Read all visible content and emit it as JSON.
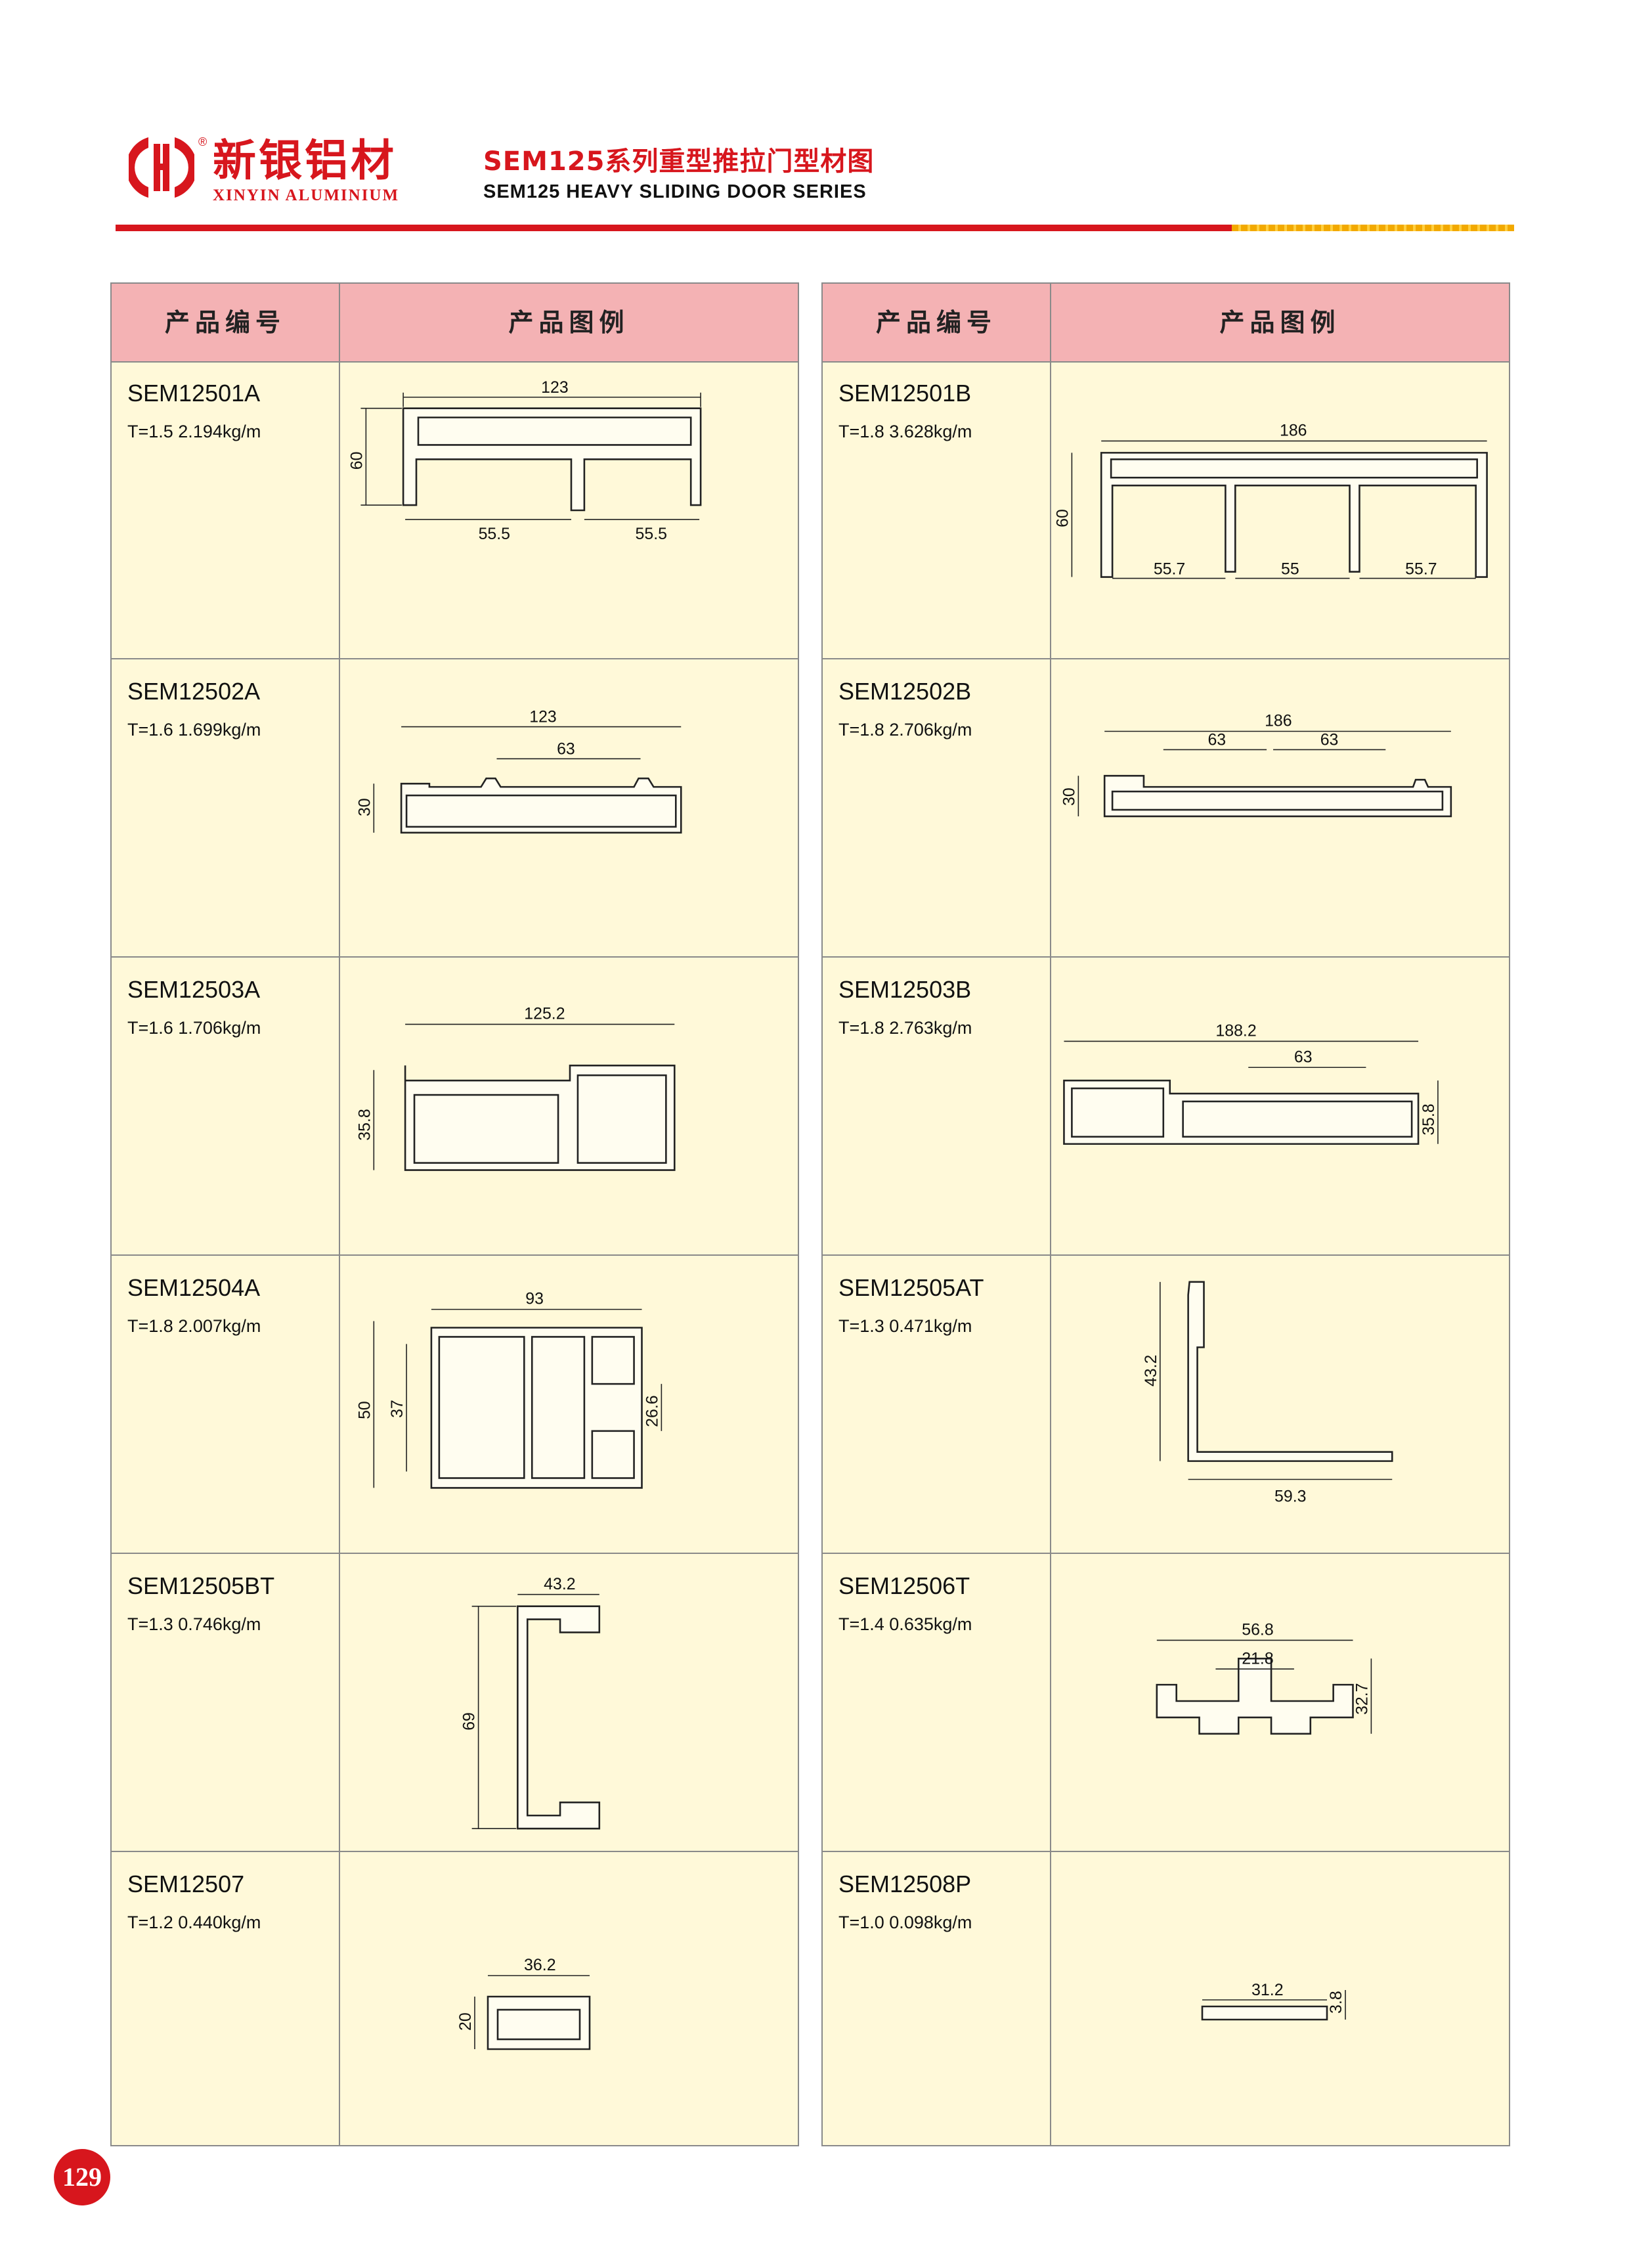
{
  "header": {
    "brand_cn": "新银铝材",
    "brand_en": "XINYIN ALUMINIUM",
    "registered": "®",
    "series_cn": "SEM125系列重型推拉门型材图",
    "series_en": "SEM125 HEAVY SLIDING DOOR SERIES",
    "brand_color": "#d7161d",
    "accent_color": "#f2a900"
  },
  "table_header": {
    "col_code": "产品编号",
    "col_figure": "产品图例",
    "header_color": "#f4b2b4",
    "body_color": "#fff9d9"
  },
  "left_table": [
    {
      "code": "SEM12501A",
      "spec": "T=1.5 2.194kg/m",
      "dims": [
        "123",
        "60",
        "55.5",
        "55.5"
      ]
    },
    {
      "code": "SEM12502A",
      "spec": "T=1.6  1.699kg/m",
      "dims": [
        "123",
        "63",
        "30"
      ]
    },
    {
      "code": "SEM12503A",
      "spec": "T=1.6  1.706kg/m",
      "dims": [
        "125.2",
        "35.8"
      ]
    },
    {
      "code": "SEM12504A",
      "spec": "T=1.8  2.007kg/m",
      "dims": [
        "93",
        "50",
        "37",
        "26.6"
      ]
    },
    {
      "code": "SEM12505BT",
      "spec": "T=1.3  0.746kg/m",
      "dims": [
        "43.2",
        "69"
      ]
    },
    {
      "code": "SEM12507",
      "spec": "T=1.2   0.440kg/m",
      "dims": [
        "36.2",
        "20"
      ]
    }
  ],
  "right_table": [
    {
      "code": "SEM12501B",
      "spec": "T=1.8 3.628kg/m",
      "dims": [
        "186",
        "60",
        "55.7",
        "55",
        "55.7"
      ]
    },
    {
      "code": "SEM12502B",
      "spec": "T=1.8  2.706kg/m",
      "dims": [
        "186",
        "63",
        "63",
        "30"
      ]
    },
    {
      "code": "SEM12503B",
      "spec": "T=1.8    2.763kg/m",
      "dims": [
        "188.2",
        "63",
        "35.8"
      ]
    },
    {
      "code": "SEM12505AT",
      "spec": "T=1.3   0.471kg/m",
      "dims": [
        "43.2",
        "59.3"
      ]
    },
    {
      "code": "SEM12506T",
      "spec": "T=1.4    0.635kg/m",
      "dims": [
        "56.8",
        "21.8",
        "32.7"
      ]
    },
    {
      "code": "SEM12508P",
      "spec": "T=1.0   0.098kg/m",
      "dims": [
        "31.2",
        "3.8"
      ]
    }
  ],
  "page_number": "129"
}
